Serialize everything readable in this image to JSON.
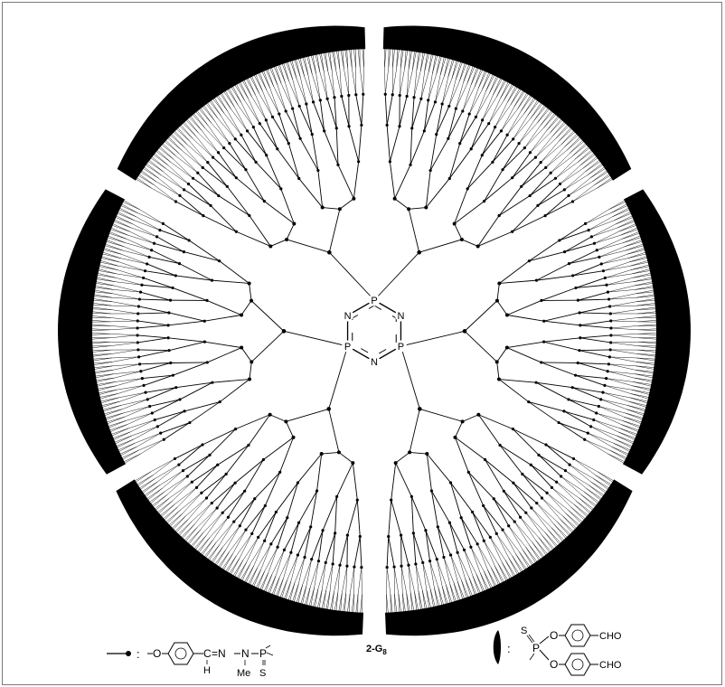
{
  "figure": {
    "compound_label": "2-G",
    "compound_subscript": "8",
    "core_atoms": [
      {
        "symbol": "P"
      },
      {
        "symbol": "N"
      },
      {
        "symbol": "P"
      },
      {
        "symbol": "N"
      },
      {
        "symbol": "P"
      },
      {
        "symbol": "N"
      }
    ],
    "dendron_count": 6,
    "generations": 8,
    "colors": {
      "ink": "#000000",
      "frame": "#7a7a7a",
      "background": "#ffffff"
    }
  },
  "legend": {
    "left": {
      "colon": ":",
      "oxygen": "O",
      "ch_group": "C",
      "h": "H",
      "imine": "=N",
      "n": "N",
      "me": "Me",
      "p": "P",
      "s": "S",
      "icon": "bond-with-node-icon"
    },
    "right": {
      "colon": ":",
      "s": "S",
      "p": "P",
      "o1": "O",
      "o2": "O",
      "cho1": "CHO",
      "cho2": "CHO",
      "icon": "terminal-lobe-icon"
    }
  }
}
